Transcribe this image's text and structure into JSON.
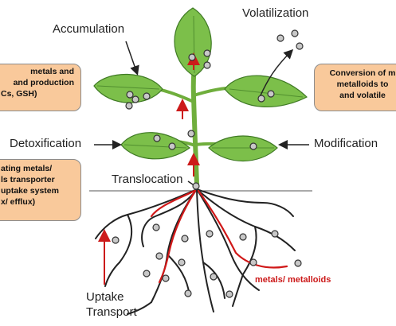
{
  "labels": {
    "volatilization": "Volatilization",
    "accumulation": "Accumulation",
    "detoxification": "Detoxification",
    "modification": "Modification",
    "translocation": "Translocation",
    "uptake": "Uptake",
    "transport": "Transport",
    "metals_metalloids": "metals/ metalloids"
  },
  "boxes": {
    "left_top": [
      "metals and",
      "and production",
      "Cs, GSH)"
    ],
    "right_top": [
      "Conversion of m",
      "metalloids to",
      "and volatile"
    ],
    "left_bottom": [
      "ating metals/",
      "ls transporter",
      "uptake system",
      "x/ efflux)"
    ]
  },
  "colors": {
    "leaf": "#7cbf4a",
    "leaf_edge": "#3f7a24",
    "stem": "#6fae3c",
    "root": "#222222",
    "root_highlight": "#d01818",
    "arrow_red": "#cc1a1a",
    "box_fill": "#f9c99b",
    "particle": "#c8c8c8"
  }
}
